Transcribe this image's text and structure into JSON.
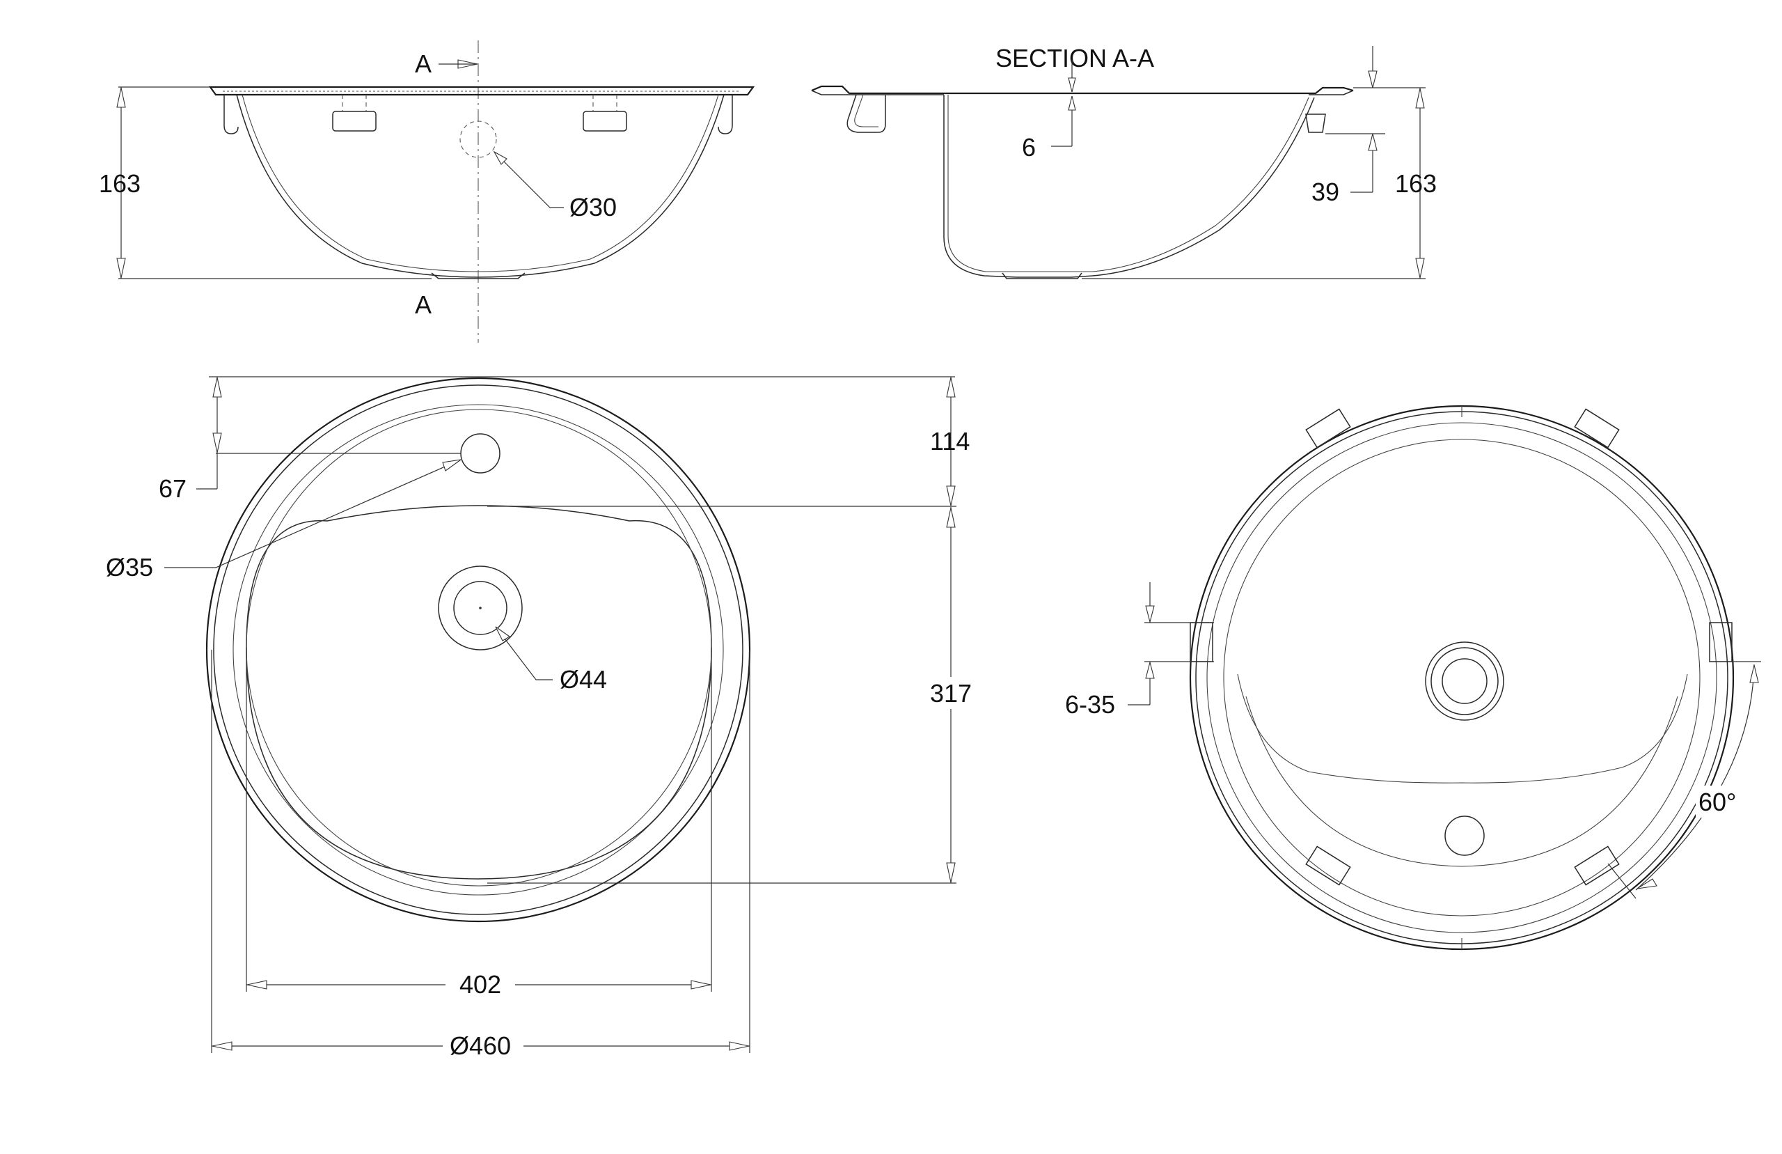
{
  "labels": {
    "cut_a_top": "A",
    "cut_a_bottom": "A",
    "section_title": "SECTION A-A",
    "front_height": "163",
    "tap_hole_dia_front": "Ø30",
    "section_lip": "6",
    "section_overflow": "39",
    "section_height": "163",
    "top_offset": "114",
    "tap_offset": "67",
    "tap_hole_dia": "Ø35",
    "drain_dia": "Ø44",
    "bowl_depth": "317",
    "bowl_width": "402",
    "overall_dia": "Ø460",
    "clip_spec": "6-35",
    "clip_angle": "60°"
  }
}
